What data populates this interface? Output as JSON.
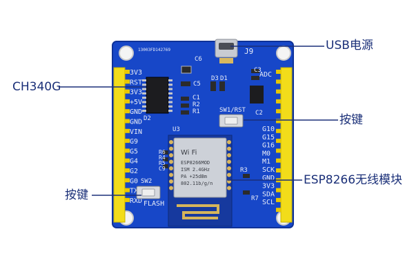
{
  "callouts": {
    "usb": "USB电源",
    "ch340": "CH340G",
    "key_right": "按键",
    "esp": "ESP8266无线模块",
    "key_left": "按键"
  },
  "board": {
    "serial": "13003FD142769",
    "usb_ref": "J9",
    "left_pins": [
      "3V3",
      "RST",
      "3V3",
      "+5V",
      "GND",
      "GND",
      "VIN",
      "G9",
      "G5",
      "G4",
      "G2",
      "G0",
      "TXD",
      "RXD"
    ],
    "right_pins_top": [
      "ADC"
    ],
    "right_pins": [
      "G10",
      "G15",
      "G16",
      "M0",
      "M1",
      "SCK",
      "GND",
      "3V3",
      "SDA",
      "SCL"
    ],
    "refs": {
      "c6": "C6",
      "c5": "C5",
      "c1": "C1",
      "r2": "R2",
      "r1": "R1",
      "d2": "D2",
      "d3": "D3",
      "d1": "D1",
      "c3": "C3",
      "c2": "C2",
      "sw1": "SW1/RST",
      "u3": "U3",
      "r6": "R6",
      "r4": "R4",
      "r5": "R5",
      "c9": "C9",
      "r3": "R3",
      "r7": "R7",
      "sw2": "SW2",
      "flash": "FLASH"
    },
    "module_text": [
      "Wi Fi",
      "ESP8266MOD",
      "ISM 2.4GHz",
      "PA +25dBm",
      "802.11b/g/n"
    ]
  },
  "colors": {
    "pcb": "#1747c8",
    "header": "#f2dc1a",
    "callout_line": "#1a2f78"
  }
}
